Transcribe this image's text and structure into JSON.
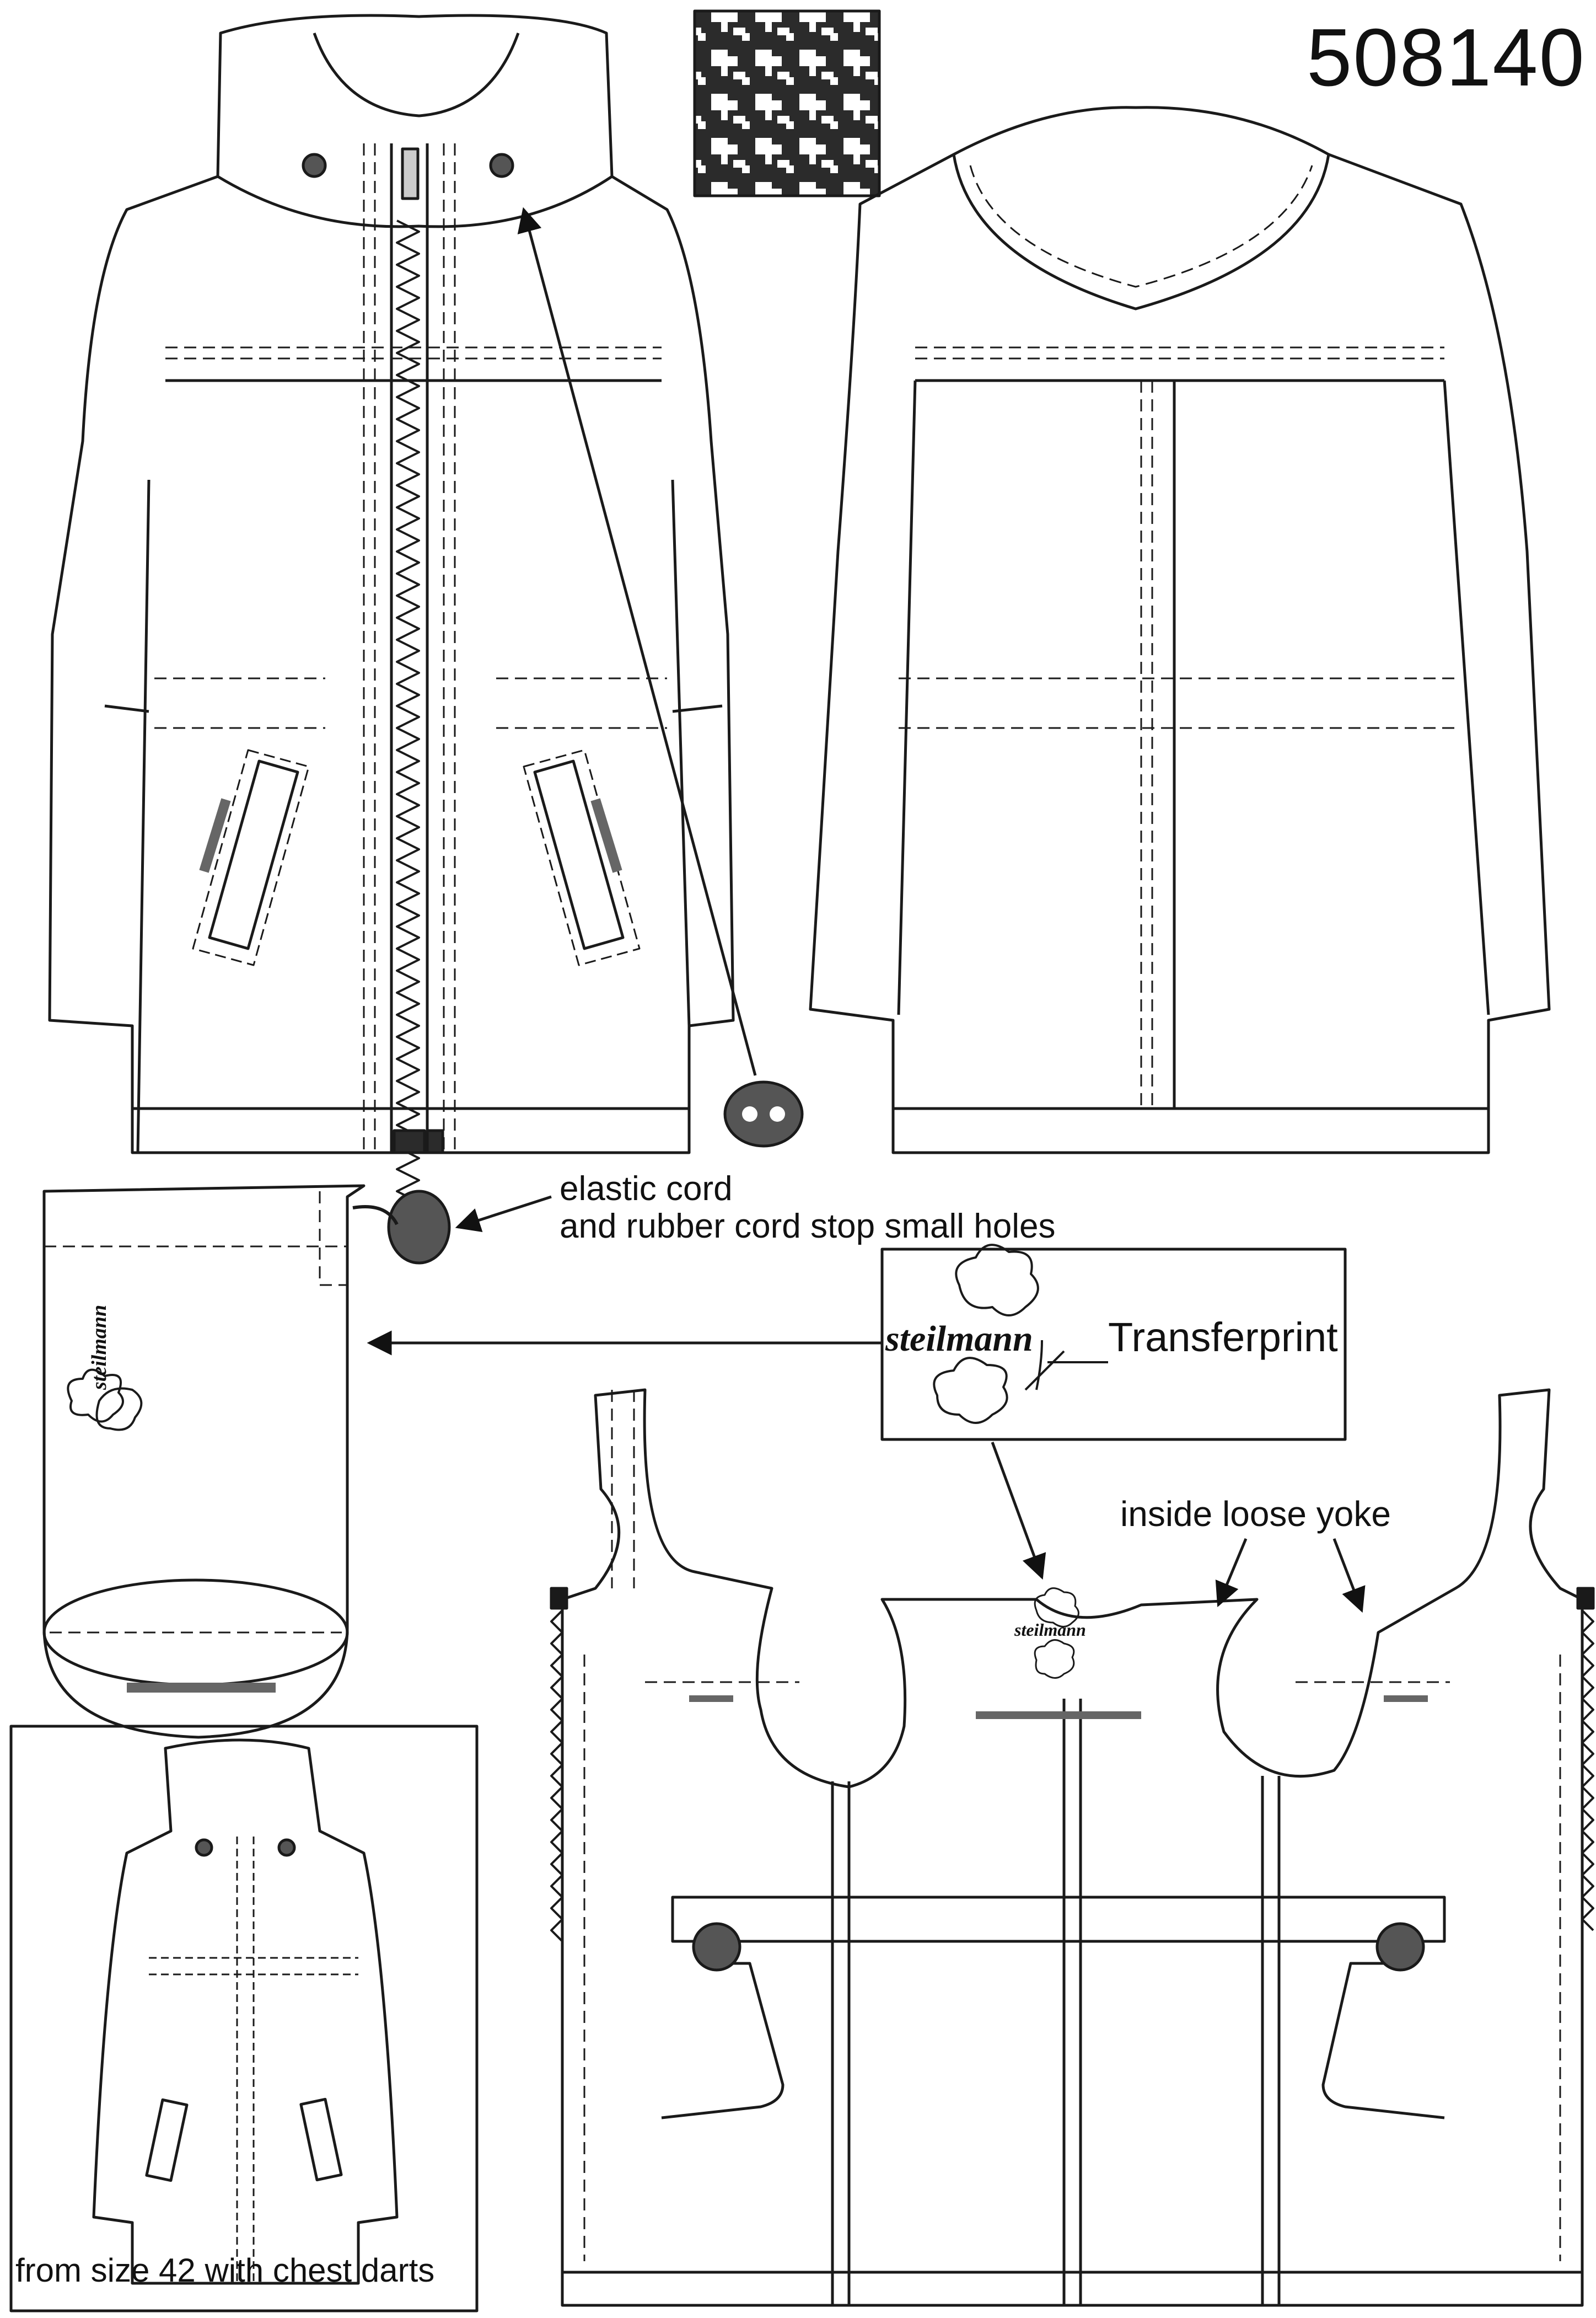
{
  "style_number": "508140",
  "annotations": {
    "elastic_cord_line1": "elastic cord",
    "elastic_cord_line2": "and rubber cord stop small holes",
    "transferprint": "Transferprint",
    "inside_loose_yoke": "inside loose yoke",
    "chest_darts_note": "from size 42 with chest darts"
  },
  "logo": {
    "brand": "steilmann"
  },
  "colors": {
    "line": "#1a1a1a",
    "fabric_dark": "#2b2b2b",
    "fabric_light": "#ffffff",
    "cord_stop": "#555555",
    "reflective_tape": "#666666"
  },
  "icons": [
    "houndstooth-swatch",
    "cord-stop-icon",
    "flower-logo-icon",
    "arrow-icon"
  ]
}
